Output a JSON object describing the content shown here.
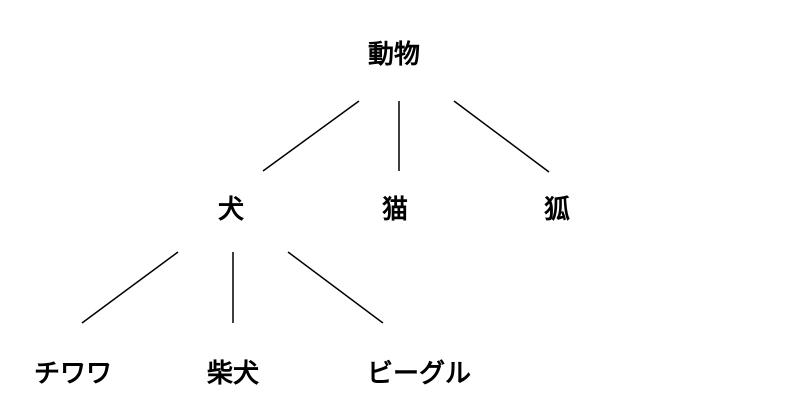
{
  "tree": {
    "root": {
      "label": "動物",
      "children": [
        {
          "label": "犬",
          "children": [
            {
              "label": "チワワ"
            },
            {
              "label": "柴犬"
            },
            {
              "label": "ビーグル"
            }
          ]
        },
        {
          "label": "猫"
        },
        {
          "label": "狐"
        }
      ]
    }
  }
}
